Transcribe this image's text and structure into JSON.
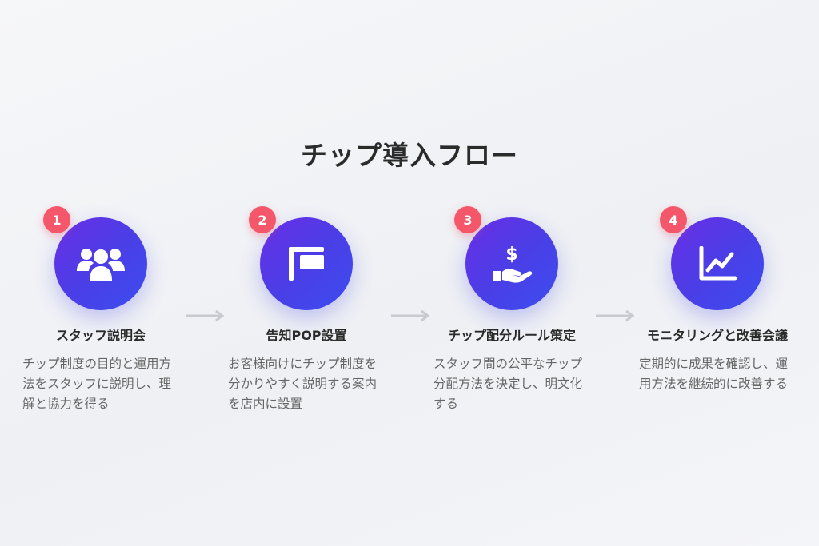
{
  "title": "チップ導入フロー",
  "steps": [
    {
      "number": "1",
      "icon": "people-group-icon",
      "title": "スタッフ説明会",
      "description": "チップ制度の目的と運用方法をスタッフに説明し、理解と協力を得る"
    },
    {
      "number": "2",
      "icon": "signboard-icon",
      "title": "告知POP設置",
      "description": "お客様向けにチップ制度を分かりやすく説明する案内を店内に設置"
    },
    {
      "number": "3",
      "icon": "hand-dollar-icon",
      "title": "チップ配分ルール策定",
      "description": "スタッフ間の公平なチップ分配方法を決定し、明文化する"
    },
    {
      "number": "4",
      "icon": "line-chart-icon",
      "title": "モニタリングと改善会議",
      "description": "定期的に成果を確認し、運用方法を継続的に改善する"
    }
  ],
  "colors": {
    "badge": "#f4576a",
    "circle_start": "#6a2ee6",
    "circle_end": "#3b4df0",
    "arrow": "#c8cacf"
  }
}
